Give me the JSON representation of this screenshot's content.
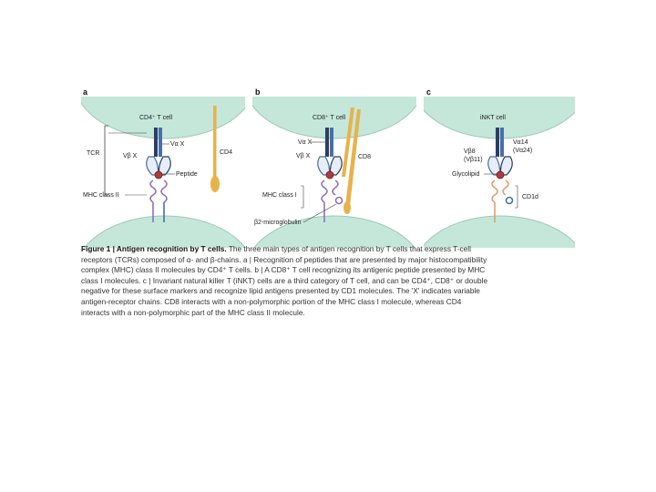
{
  "figure": {
    "panel_a": {
      "letter": "a",
      "cell_label": "CD4⁺ T cell",
      "tcr": "TCR",
      "v_alpha": "Vα X",
      "v_beta": "Vβ X",
      "peptide": "Peptide",
      "coreceptor": "CD4",
      "mhc": "MHC class II"
    },
    "panel_b": {
      "letter": "b",
      "cell_label": "CD8⁺ T cell",
      "v_alpha": "Vα X",
      "v_beta": "Vβ X",
      "coreceptor": "CD8",
      "mhc": "MHC class I",
      "b2m": "β2-microglobulin"
    },
    "panel_c": {
      "letter": "c",
      "cell_label": "iNKT cell",
      "v_beta": "Vβ8",
      "v_beta_human": "(Vβ11)",
      "v_alpha": "Vα14",
      "v_alpha_human": "(Vα24)",
      "glycolipid": "Glycolipid",
      "cd1": "CD1d"
    },
    "colors": {
      "cell": "#c4e7da",
      "cell_edge": "#9cc9b9",
      "tcr_blue": "#4a6fa8",
      "tcr_dark": "#2b3f66",
      "mhc_purple": "#8e72b8",
      "cd1_orange": "#e49a74",
      "coreceptor_gold": "#e8b24a",
      "peptide_red": "#b33a3a"
    }
  },
  "caption": {
    "lead": "Figure 1 | Antigen recognition by T cells.",
    "lines": [
      "The three main types of antigen recognition by T cells that express T-cell",
      "receptors (TCRs) composed of α- and β-chains. a | Recognition of peptides that are presented by major histocompatibility",
      "complex (MHC) class II molecules by CD4⁺ T cells. b | A CD8⁺ T cell recognizing its antigenic peptide presented by MHC",
      "class I molecules. c | Invariant natural killer T (iNKT) cells are a third category of T cell, and can be CD4⁺, CD8⁺ or double",
      "negative for these surface markers and recognize lipid antigens presented by CD1 molecules. The 'X' indicates variable",
      "antigen-receptor chains. CD8 interacts with a non-polymorphic portion of the MHC class I molecule, whereas CD4",
      "interacts with a non-polymorphic part of the MHC class II molecule."
    ]
  }
}
